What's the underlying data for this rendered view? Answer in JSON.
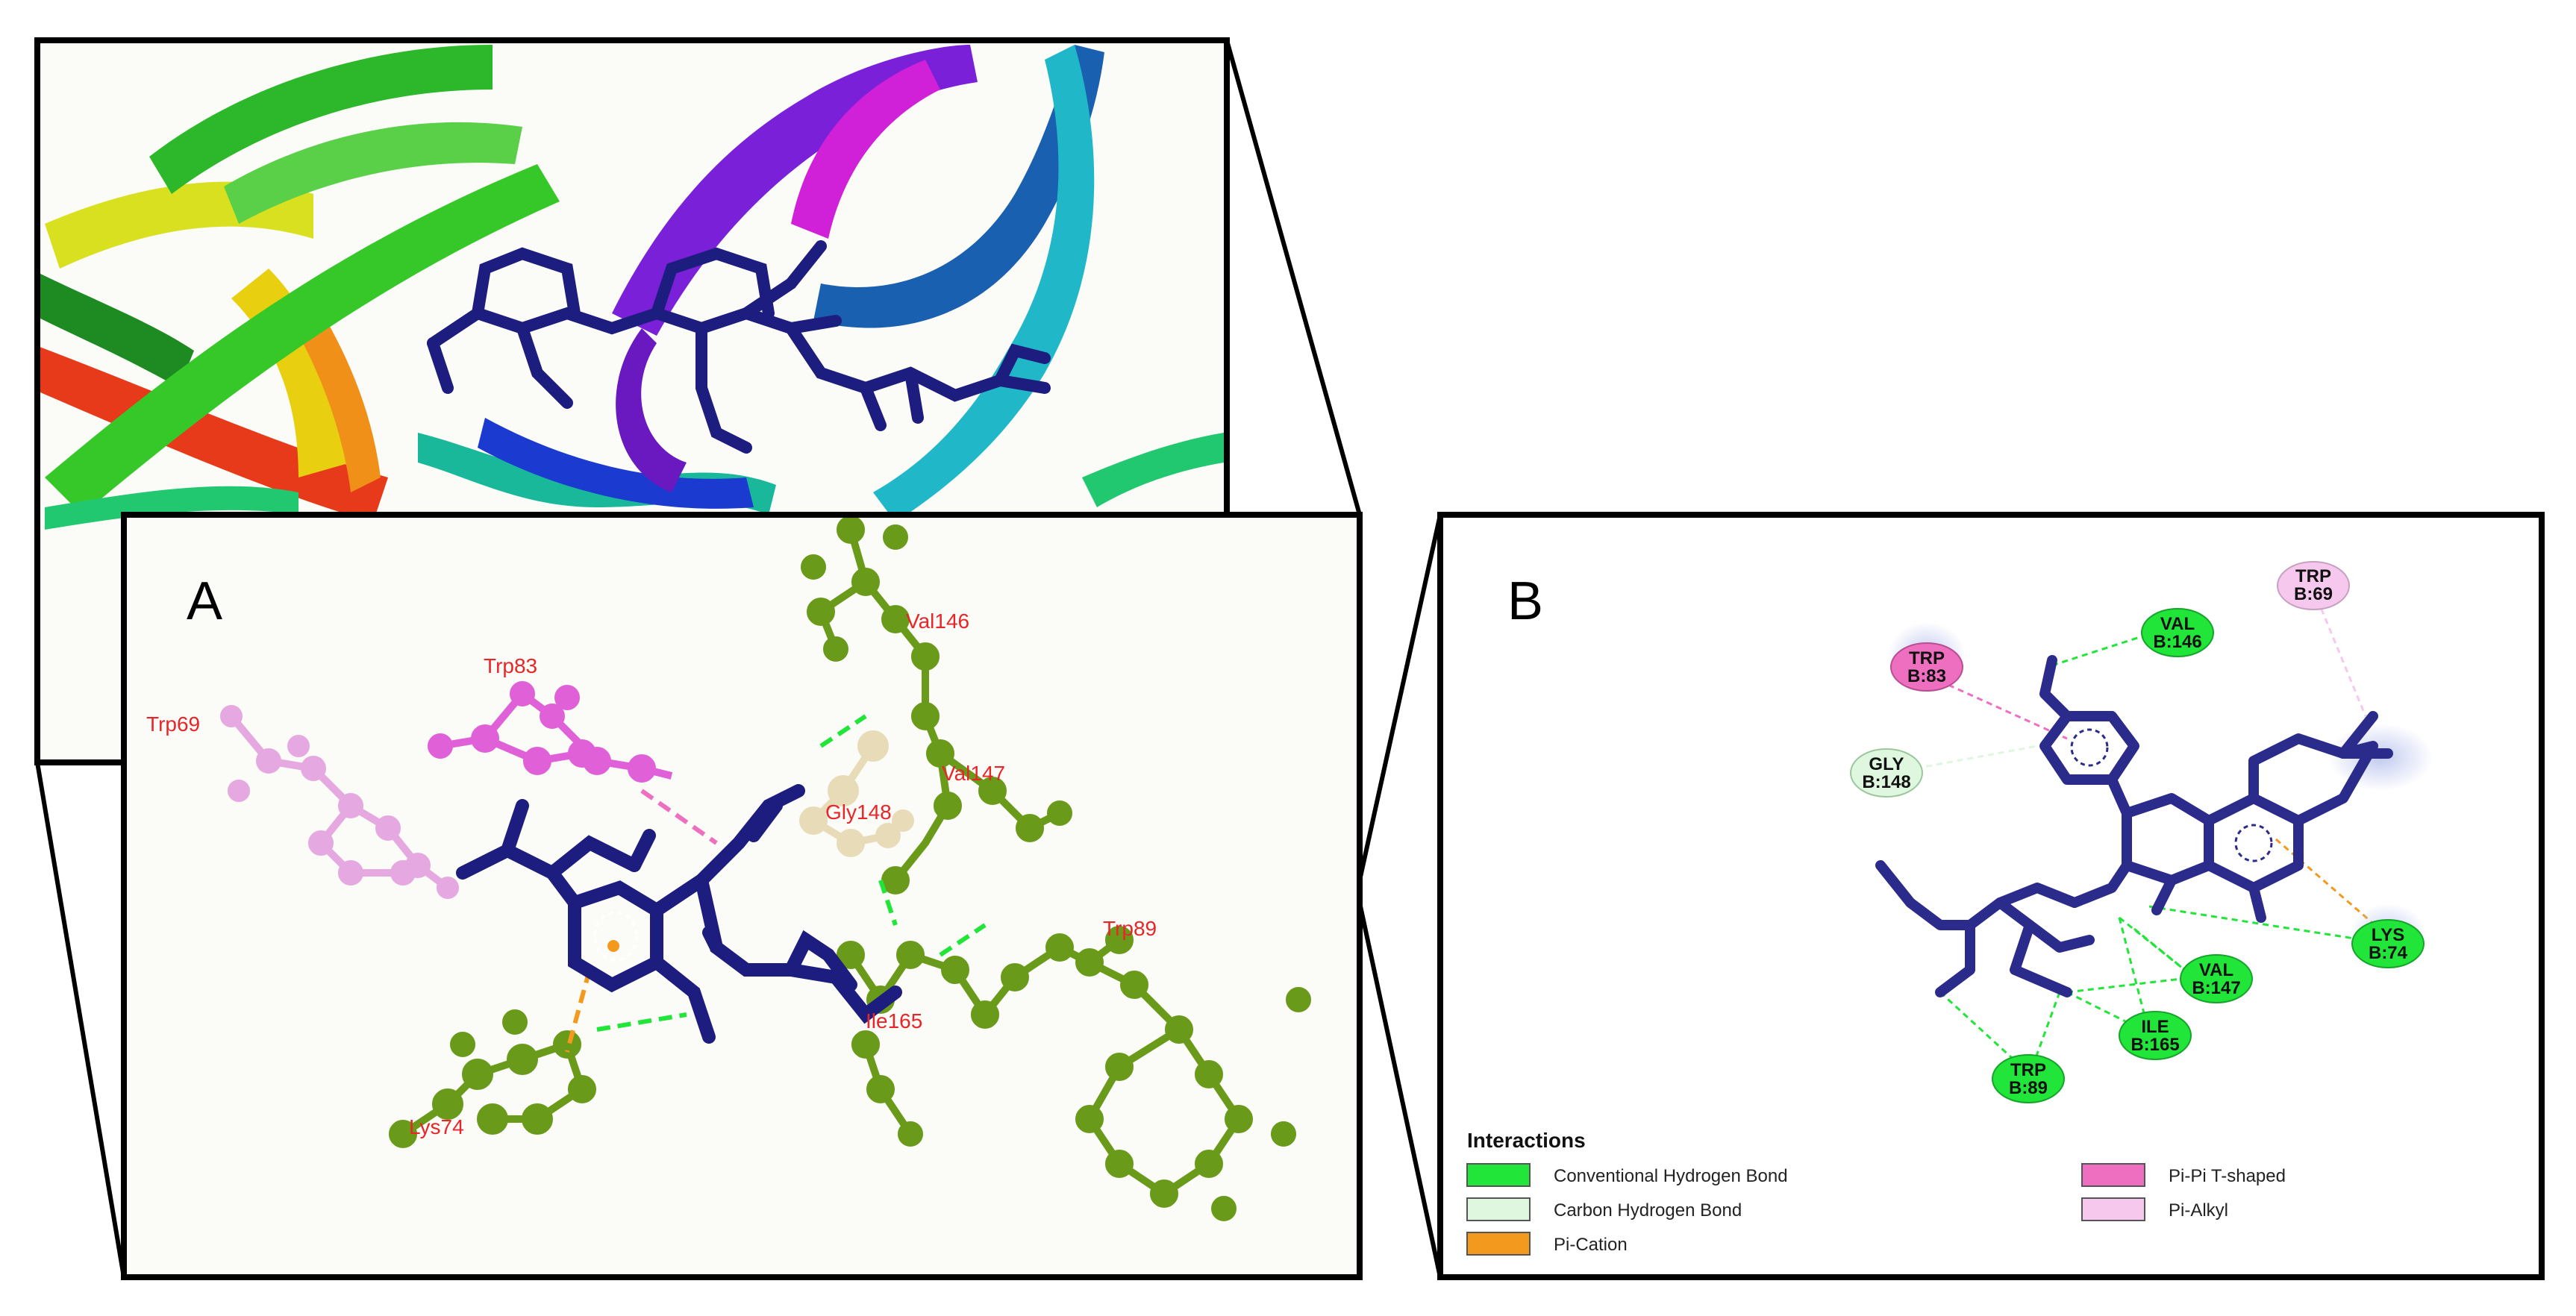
{
  "panels": {
    "a_letter": "A",
    "b_letter": "B"
  },
  "panel_a_residues": [
    {
      "id": "val146",
      "label": "Val146"
    },
    {
      "id": "trp83",
      "label": "Trp83"
    },
    {
      "id": "trp69",
      "label": "Trp69"
    },
    {
      "id": "val147",
      "label": "Val147"
    },
    {
      "id": "gly148",
      "label": "Gly148"
    },
    {
      "id": "trp89",
      "label": "Trp89"
    },
    {
      "id": "ile165",
      "label": "Ile165"
    },
    {
      "id": "lys74",
      "label": "Lys74"
    }
  ],
  "panel_b_residues": [
    {
      "id": "trp69",
      "name": "TRP",
      "chain": "B:69",
      "color": "#f7c8ee"
    },
    {
      "id": "val146",
      "name": "VAL",
      "chain": "B:146",
      "color": "#22e53a"
    },
    {
      "id": "trp83",
      "name": "TRP",
      "chain": "B:83",
      "color": "#ee6fc0"
    },
    {
      "id": "gly148",
      "name": "GLY",
      "chain": "B:148",
      "color": "#dff7df"
    },
    {
      "id": "lys74",
      "name": "LYS",
      "chain": "B:74",
      "color": "#22e53a"
    },
    {
      "id": "val147",
      "name": "VAL",
      "chain": "B:147",
      "color": "#22e53a"
    },
    {
      "id": "ile165",
      "name": "ILE",
      "chain": "B:165",
      "color": "#22e53a"
    },
    {
      "id": "trp89",
      "name": "TRP",
      "chain": "B:89",
      "color": "#22e53a"
    }
  ],
  "legend": {
    "title": "Interactions",
    "items": [
      {
        "label": "Conventional Hydrogen Bond",
        "color": "#22e53a"
      },
      {
        "label": "Carbon Hydrogen Bond",
        "color": "#dff7df"
      },
      {
        "label": "Pi-Cation",
        "color": "#f39a1e"
      },
      {
        "label": "Pi-Pi T-shaped",
        "color": "#ee6fc0"
      },
      {
        "label": "Pi-Alkyl",
        "color": "#f7c8ee"
      }
    ]
  },
  "colors": {
    "ligand": "#2b2b8c",
    "residue_green": "#6a9a1a",
    "residue_pink": "#e060d8",
    "residue_lightpink": "#e6a8e0",
    "residue_cream": "#e8dcb8",
    "label_red": "#e8262a"
  }
}
